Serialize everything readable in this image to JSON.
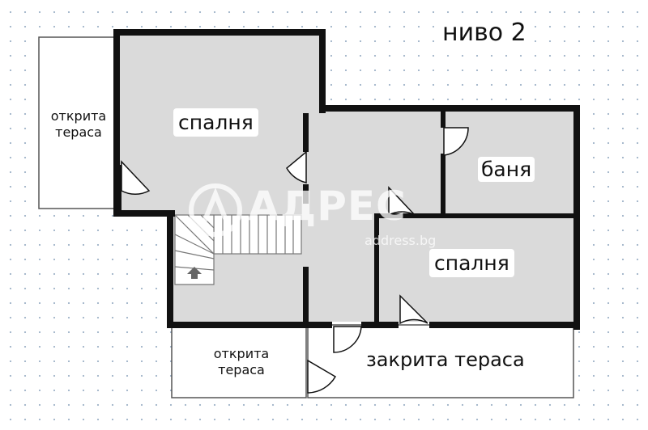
{
  "level_label": "ниво 2",
  "rooms": {
    "bedroom_top": "спалня",
    "bedroom_right": "спалня",
    "bathroom": "баня",
    "open_terrace_left": "открита тераса",
    "open_terrace_bottom": "открита тераса",
    "closed_terrace": "закрита тераса"
  },
  "stair_arrow": "up-arrow-icon",
  "watermark": {
    "brand": "АДРЕС",
    "site": "address.bg"
  },
  "colors": {
    "room_fill": "#dadada",
    "wall": "#111111",
    "terrace_fill": "#ffffff",
    "background_dots": "#9fb3c8"
  }
}
